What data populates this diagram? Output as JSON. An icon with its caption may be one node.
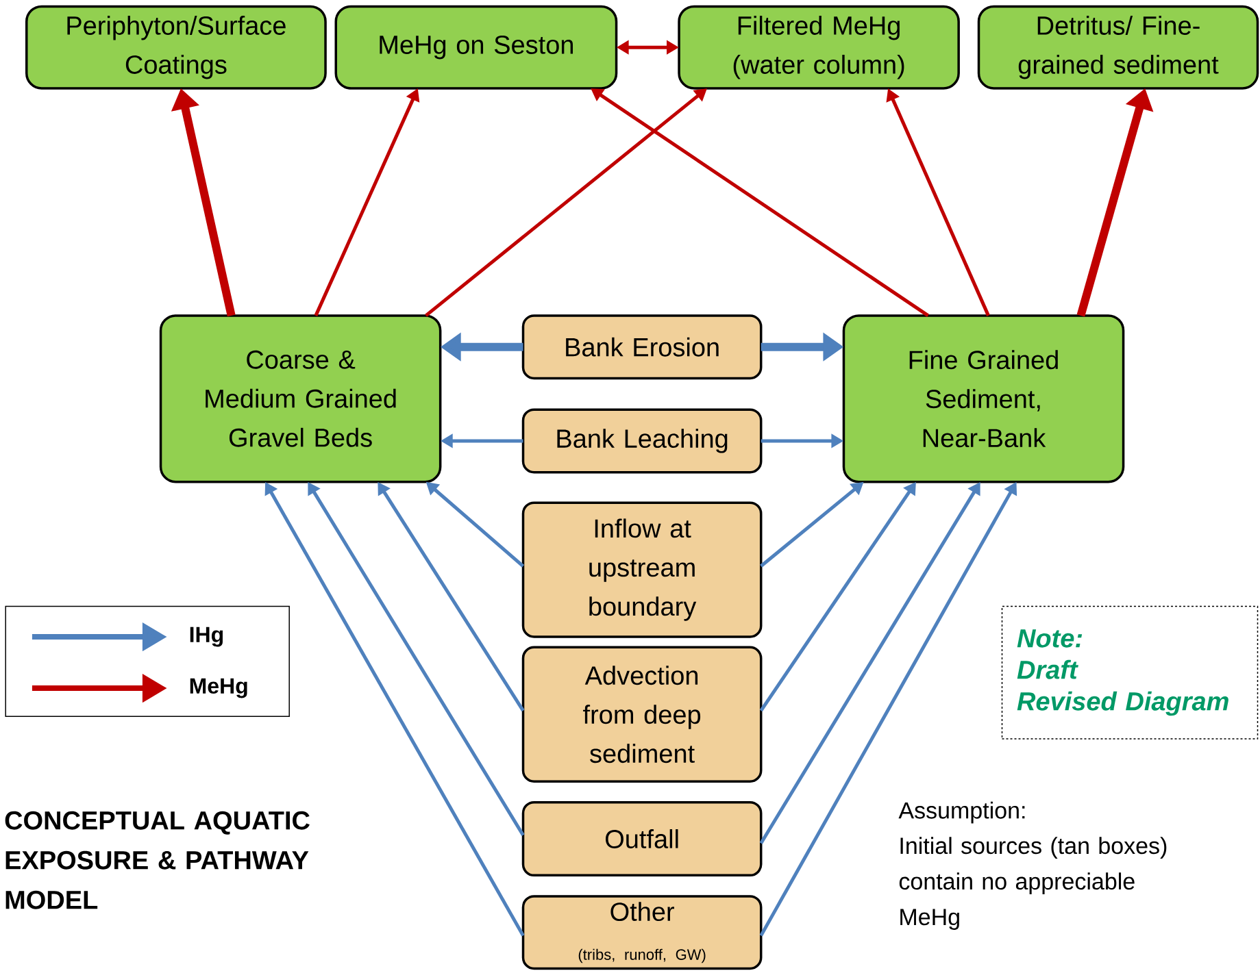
{
  "diagram": {
    "title": "CONCEPTUAL AQUATIC EXPOSURE & PATHWAY MODEL",
    "nodes": [
      {
        "text": [
          "Periphyton/Surface Coatings"
        ]
      },
      {
        "text": [
          "MeHg on Seston"
        ]
      },
      {
        "text": [
          "Filtered MeHg (water column)"
        ]
      },
      {
        "text": [
          "Detritus/ Fine-grained sediment"
        ]
      },
      {
        "text": [
          "Coarse & Medium Grained Gravel Beds"
        ]
      },
      {
        "text": [
          "Fine Grained Sediment, Near-Bank"
        ]
      },
      {
        "text": [
          "Bank Erosion"
        ]
      },
      {
        "text": [
          "Bank Leaching"
        ]
      },
      {
        "text": [
          "Inflow at upstream boundary"
        ]
      },
      {
        "text": [
          "Advection from deep sediment"
        ]
      },
      {
        "text": [
          "Outfall"
        ]
      },
      {
        "text": [
          "Other",
          "(tribs, runoff, GW)"
        ]
      },
      {
        "text": [
          "Note:",
          "Draft",
          "Revised Diagram"
        ]
      }
    ],
    "edges": [
      {
        "from": 1,
        "to": 2,
        "arrow": "both",
        "color": "#c00000"
      },
      {
        "from": 4,
        "to": 0,
        "arrow": "to",
        "style": "thick",
        "color": "#c00000"
      },
      {
        "from": 4,
        "to": 1,
        "arrow": "to",
        "color": "#c00000"
      },
      {
        "from": 4,
        "to": 2,
        "arrow": "to",
        "color": "#c00000"
      },
      {
        "from": 5,
        "to": 1,
        "arrow": "to",
        "color": "#c00000"
      },
      {
        "from": 5,
        "to": 2,
        "arrow": "to",
        "color": "#c00000"
      },
      {
        "from": 5,
        "to": 3,
        "arrow": "to",
        "style": "thick",
        "color": "#c00000"
      },
      {
        "from": 6,
        "to": 4,
        "arrow": "to",
        "style": "thick"
      },
      {
        "from": 6,
        "to": 5,
        "arrow": "to",
        "style": "thick"
      },
      {
        "from": 7,
        "to": 4,
        "arrow": "to"
      },
      {
        "from": 7,
        "to": 5,
        "arrow": "to"
      },
      {
        "from": 8,
        "to": 4,
        "arrow": "to"
      },
      {
        "from": 8,
        "to": 5,
        "arrow": "to"
      },
      {
        "from": 9,
        "to": 4,
        "arrow": "to"
      },
      {
        "from": 9,
        "to": 5,
        "arrow": "to"
      },
      {
        "from": 10,
        "to": 4,
        "arrow": "to"
      },
      {
        "from": 10,
        "to": 5,
        "arrow": "to"
      },
      {
        "from": 11,
        "to": 4,
        "arrow": "to"
      },
      {
        "from": 11,
        "to": 5,
        "arrow": "to"
      }
    ],
    "labels": [
      "Assumption:",
      "Initial sources (tan boxes) contain no appreciable MeHg"
    ],
    "legend": [
      {
        "text": "IHg",
        "color": "#4f81bd"
      },
      {
        "text": "MeHg",
        "color": "#c00000"
      }
    ]
  }
}
